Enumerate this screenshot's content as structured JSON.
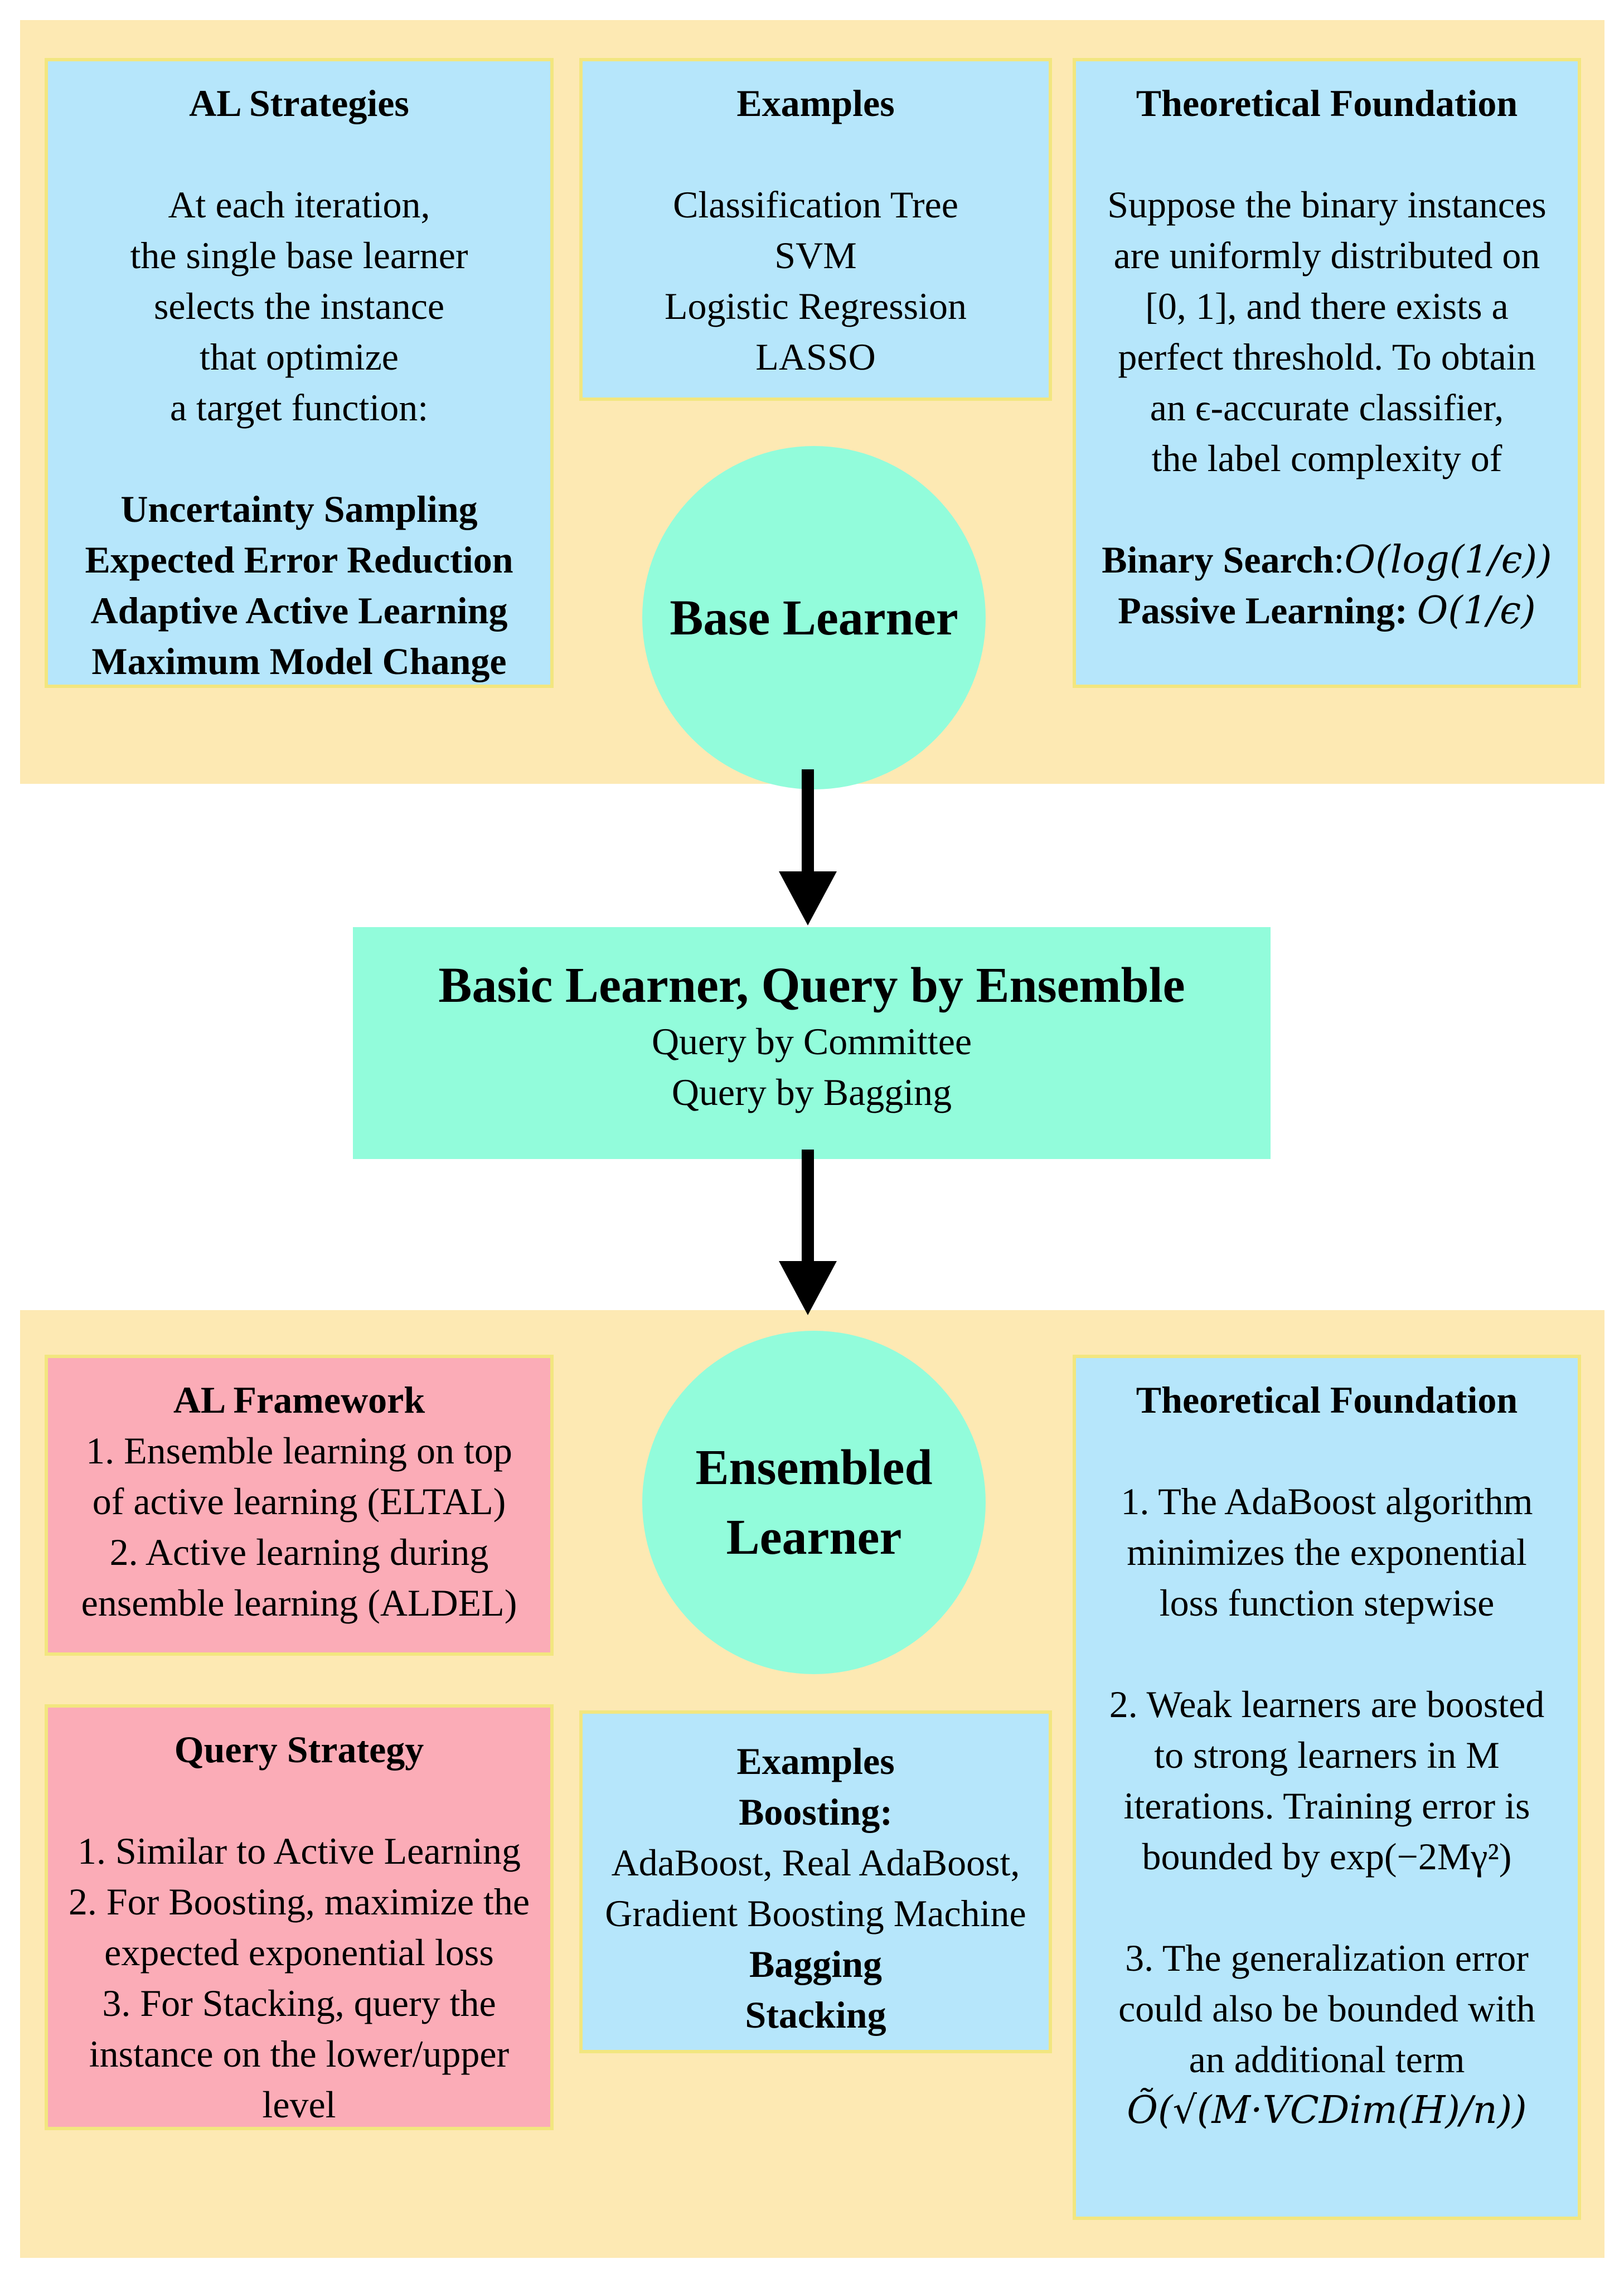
{
  "top": {
    "al_strategies": {
      "title": "AL Strategies",
      "intro": [
        "At each iteration,",
        "the single base learner",
        "selects the instance",
        "that optimize",
        "a target function:"
      ],
      "items": [
        "Uncertainty Sampling",
        "Expected Error Reduction",
        "Adaptive Active Learning",
        "Maximum Model Change"
      ]
    },
    "examples": {
      "title": "Examples",
      "items": [
        "Classification Tree",
        "SVM",
        "Logistic Regression",
        "LASSO"
      ]
    },
    "theory": {
      "title": "Theoretical Foundation",
      "lines": [
        "Suppose the binary instances",
        "are uniformly distributed on",
        "[0, 1], and there exists a",
        "perfect threshold. To obtain",
        "an ϵ-accurate classifier,",
        "the label complexity of"
      ],
      "binary_label": "Binary Search",
      "binary_value": "O(log(1/ϵ))",
      "passive_label": "Passive Learning:",
      "passive_value": "O(1/ϵ)"
    },
    "circle": "Base Learner"
  },
  "middle": {
    "title": "Basic Learner, Query by Ensemble",
    "lines": [
      "Query by Committee",
      "Query by Bagging"
    ]
  },
  "bottom": {
    "circle": [
      "Ensembled",
      "Learner"
    ],
    "al_framework": {
      "title": "AL Framework",
      "lines": [
        "1. Ensemble learning on top",
        "of active learning (ELTAL)",
        "2. Active learning during",
        "ensemble learning (ALDEL)"
      ]
    },
    "query_strategy": {
      "title": "Query Strategy",
      "lines": [
        "1. Similar to Active Learning",
        "2. For Boosting, maximize the",
        "expected exponential loss",
        "3. For Stacking, query the",
        "instance on the lower/upper",
        "level"
      ]
    },
    "examples": {
      "title": "Examples",
      "boosting_label": "Boosting:",
      "boosting_items": [
        "AdaBoost, Real AdaBoost,",
        "Gradient Boosting Machine"
      ],
      "bagging": "Bagging",
      "stacking": "Stacking"
    },
    "theory": {
      "title": "Theoretical Foundation",
      "p1": [
        "1. The AdaBoost algorithm",
        "minimizes the exponential",
        "loss function stepwise"
      ],
      "p2": [
        "2. Weak learners are boosted",
        "to strong learners in M",
        "iterations. Training error is",
        "bounded by exp(−2Mγ²)"
      ],
      "p3": [
        "3. The generalization error",
        "could also be bounded with",
        "an additional term"
      ],
      "formula": "Õ(√(M·VCDim(H)/n))"
    }
  },
  "colors": {
    "panel": "#fde9b3",
    "blue_box": "#b6e6fb",
    "pink_box": "#fbacb7",
    "mint": "#92fcdb",
    "border": "#f2e67f"
  }
}
